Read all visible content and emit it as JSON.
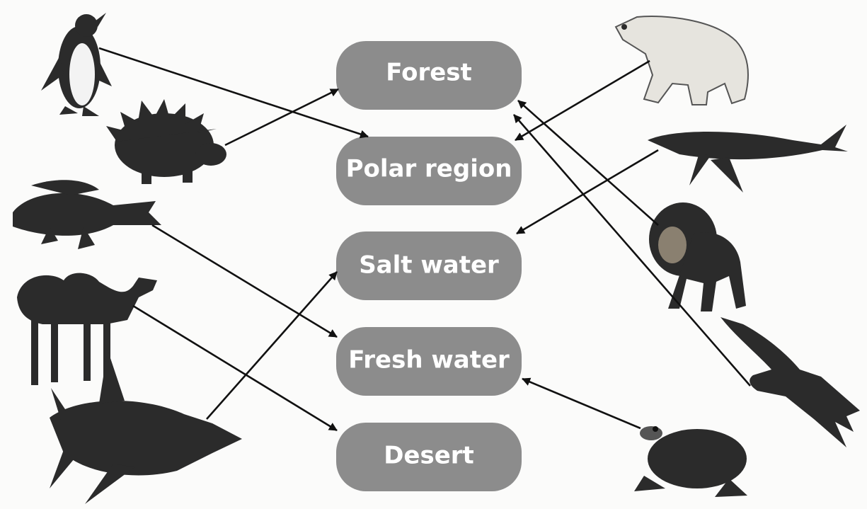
{
  "habitats": [
    {
      "id": "forest",
      "label": "Forest"
    },
    {
      "id": "polar",
      "label": "Polar region"
    },
    {
      "id": "salt",
      "label": "Salt water"
    },
    {
      "id": "fresh",
      "label": "Fresh water"
    },
    {
      "id": "desert",
      "label": "Desert"
    }
  ],
  "animals": [
    {
      "id": "penguin",
      "icon": "penguin-icon",
      "habitat": "polar"
    },
    {
      "id": "porcupine",
      "icon": "porcupine-icon",
      "habitat": "forest"
    },
    {
      "id": "crocodile",
      "icon": "crocodile-icon",
      "habitat": "fresh"
    },
    {
      "id": "camel",
      "icon": "camel-icon",
      "habitat": "desert"
    },
    {
      "id": "shark",
      "icon": "shark-icon",
      "habitat": "salt"
    },
    {
      "id": "polar-bear",
      "icon": "polar-bear-icon",
      "habitat": "polar"
    },
    {
      "id": "whale",
      "icon": "whale-icon",
      "habitat": "salt"
    },
    {
      "id": "lion",
      "icon": "lion-icon",
      "habitat": "forest"
    },
    {
      "id": "eagle",
      "icon": "eagle-icon",
      "habitat": "forest"
    },
    {
      "id": "frog",
      "icon": "frog-icon",
      "habitat": "fresh"
    }
  ],
  "colors": {
    "box": "#8c8c8c",
    "box_text": "#ffffff",
    "arrow": "#111111"
  }
}
